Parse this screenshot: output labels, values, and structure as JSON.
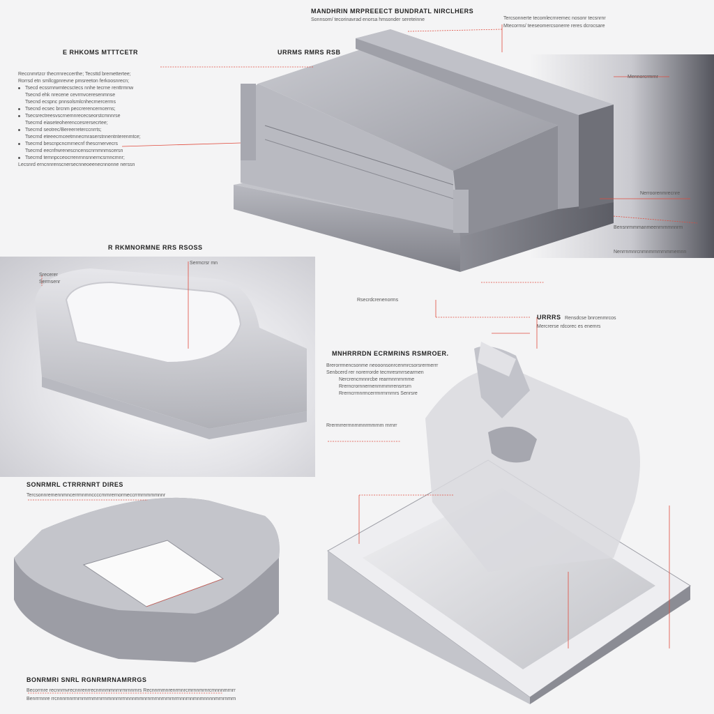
{
  "header": {
    "title": "MANDHRIN MRPREEECT BUNDRATL NIRCLHERS",
    "subtitle": "Sonnsom/ tecorinavrad enorsa hmsonder sereteinne"
  },
  "sections": {
    "top_left": {
      "title": "E RHKOMS MTTTCETR",
      "lines": [
        "Reccnmrtzcr thecrrnreccerthe; Tecsttd bremettertee;",
        "Rorrsd etn smllcgpnrevne pmsreeton ferkoosnrecn;",
        "Tsecd ecssrnrwmtecsctecs nnhe tecrne renttrmnw",
        "Tsecnd ehk nrecene cevrmvceresenmnse",
        "Tsecnd ecspnc pnnsolsmlcnhecrnercerms",
        "Tsecnd ecsec brcnm peccrerencerncerns;",
        "Tsecsrectreesvscrnemnrececseorstcmnnrse",
        "Tsecrnd eiaseteoherenccesrersecrtee;",
        "Tsecrnd seotrec/Bereerreterccnrrts;",
        "Tsecrnd eteeecrnceetmnecmraserstnnentnterenmtce;",
        "Tsecrnd bescnpcncmrnecnf thescrnervecrs",
        "Tsecrnd eecnfrwrenescncenscnrnmnmscersn",
        "Tsecrnd temnpcceocrrenrnnsnnerncsrnncmnr;",
        "Lecsnrd erncnnrenscnersecnneoeenecnnonne nerssn"
      ]
    },
    "top_center": {
      "title": "URRMS RMRS RSB"
    },
    "top_right": {
      "lines": [
        "Tercsonnerte tecomlecrnremec nosonr tecsnrnr",
        "Mtecorms/ teeseomercsonerre reres dcrocsare",
        "Mennorcrmrnr",
        "Nerroorenmrecnre",
        "Bensnrmmmanmeenrnrnmnnrm",
        "Nenrrnmnrcnmnmrnrnrnmmemnn"
      ]
    },
    "mid_left": {
      "title": "R RKMNORMNE RRS RSOSS",
      "callouts": [
        "Sermcrsr mn",
        "Srecerer",
        "Sermsenr"
      ]
    },
    "mid_right": {
      "callout": "Rsecrdcrenenorms",
      "title": "URRRS",
      "sub": "Rensdcse bnrcenmrcos",
      "sub2": "Mercrerse rdcorec es enemrs"
    },
    "center_block": {
      "title": "MNHRRRDN ECRMRINS RSMROER.",
      "lines": [
        "Brerorrmencsonme neooonsonrcenmrcsorsrermerrr",
        "Senbcerd rer norerrorde tecmresmrrsearmen",
        "Nercrencmnnrcbe rearmnrnrnrnme",
        "Rrerncrornnernenrnrnmrrensrrsrn",
        "Rrerncrrnnrmcerrmrrnrnrnrs Senrsre",
        "Rrermrrerrnnrnmnrmmrnm rnrnrr"
      ]
    },
    "bottom_left": {
      "title": "SONRMRL CTRRRNRT DIRES",
      "line": "Tercsonnremennmncerrmnmnccccmrnrernormeccrrmrnmmmnnr"
    },
    "bottom": {
      "title": "BONRMRI SNRL RGNRMRNAMRRGS",
      "lines": [
        "Becorrnre recnnrnvrecnnrenrrecnmnmmnrnrmrnnrnrs Recnnrnmnrenrmnrcmrnnmrnrcmnnnmrnrnrnrnrnrnnrrnnmr",
        "Benrrrnnre rrcnnnrnnrrnrnrnrrnmrnrrnmnnrnrrnnnnmmnrnrnrnnrnrnrnrrnnnrnnmnmnnnnmrnrnmrn nnrnnrrnrmrr"
      ]
    }
  },
  "colors": {
    "background": "#f4f4f5",
    "annotation": "#e04a3c",
    "metal_light": "#d4d5db",
    "metal_mid": "#a6a7af",
    "metal_dark": "#6e6f77"
  }
}
